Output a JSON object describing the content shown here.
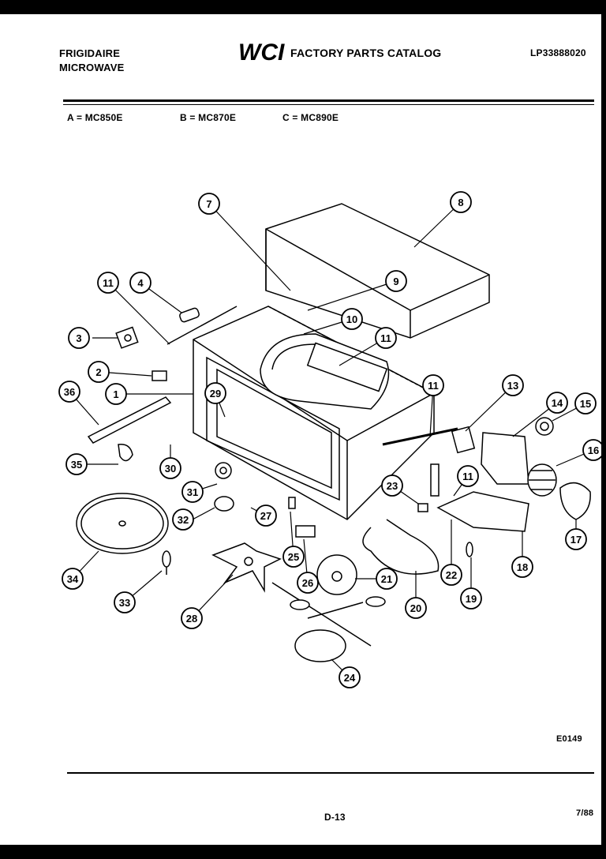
{
  "header": {
    "brand": "FRIGIDAIRE",
    "product": "MICROWAVE",
    "logo": "WCI",
    "catalog_title": "FACTORY PARTS CATALOG",
    "catalog_number": "LP33888020"
  },
  "models": {
    "a": "A = MC850E",
    "b": "B = MC870E",
    "c": "C = MC890E"
  },
  "callouts": [
    "1",
    "2",
    "3",
    "4",
    "7",
    "8",
    "9",
    "10",
    "11",
    "11",
    "11",
    "11",
    "13",
    "14",
    "15",
    "16",
    "17",
    "18",
    "19",
    "20",
    "21",
    "22",
    "23",
    "24",
    "25",
    "26",
    "27",
    "28",
    "29",
    "30",
    "31",
    "32",
    "33",
    "34",
    "35",
    "36"
  ],
  "footer": {
    "diagram_code": "E0149",
    "page_number": "D-13",
    "date": "7/88"
  },
  "colors": {
    "ink": "#000000",
    "paper": "#ffffff",
    "frame": "#000000"
  }
}
